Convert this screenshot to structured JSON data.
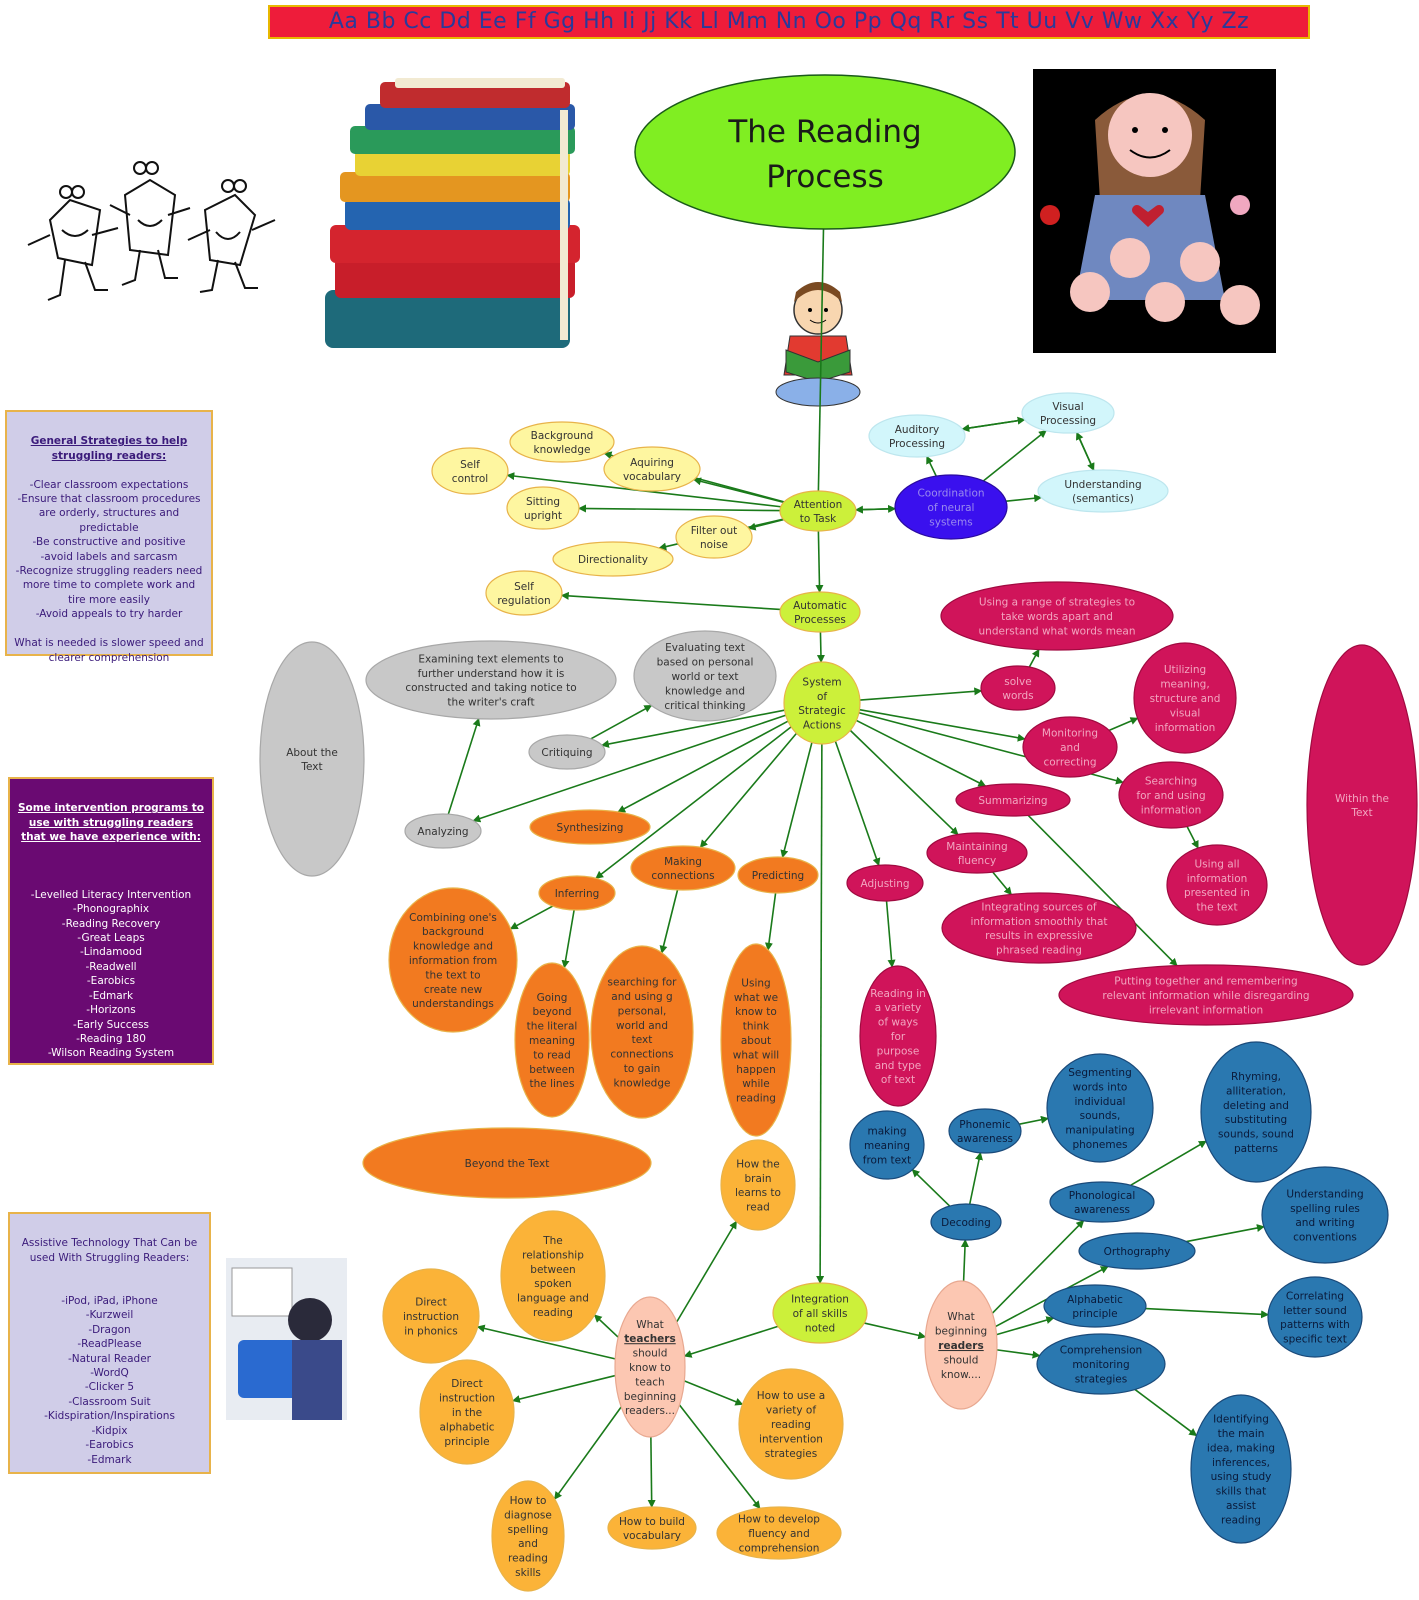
{
  "alphabet": "Aa Bb Cc Dd Ee Ff Gg Hh Ii Jj Kk Ll Mm Nn Oo Pp Qq Rr Ss Tt Uu Vv Ww Xx Yy Zz",
  "title": [
    "The Reading",
    "Process"
  ],
  "colors": {
    "green": "#80ee22",
    "yellow_green": "#ccf03a",
    "pale_yellow": "#fef6a0",
    "light_cyan": "#d2f6fb",
    "purple": "#3a10ee",
    "magenta": "#d0145a",
    "orange": "#f27a20",
    "gray": "#c8c8c8",
    "amber": "#fbb338",
    "peach": "#fcc7b2",
    "blue": "#2a78b0",
    "arrow": "#1a7a1a"
  },
  "boxes": {
    "general": {
      "title": "General Strategies to help struggling readers:",
      "body": "-Clear classroom expectations\n-Ensure that classroom procedures are orderly, structures and predictable\n-Be constructive and positive\n-avoid labels and sarcasm\n-Recognize struggling readers need more time to complete work and tire more easily\n-Avoid appeals to try harder\n\nWhat is needed is slower speed and clearer comprehension"
    },
    "intervention": {
      "title": "Some intervention programs to use with struggling readers that we have experience with:",
      "body": "-Levelled Literacy Intervention\n-Phonographix\n-Reading Recovery\n-Great Leaps\n-Lindamood\n-Readwell\n-Earobics\n-Edmark\n-Horizons\n-Early Success\n-Reading 180\n-Wilson Reading System"
    },
    "assistive": {
      "title": "Assistive Technology That Can be used With Struggling Readers:",
      "body": "-iPod, iPad, iPhone\n-Kurzweil\n-Dragon\n-ReadPlease\n-Natural Reader\n-WordQ\n-Clicker 5\n-Classroom Suit\n-Kidspiration/Inspirations\n-Kidpix\n-Earobics\n-Edmark"
    }
  },
  "nodes": [
    {
      "id": "attention",
      "lines": [
        "Attention",
        "to Task"
      ],
      "color": "yellow_green",
      "text": "#333333"
    },
    {
      "id": "background",
      "lines": [
        "Background",
        "knowledge"
      ],
      "color": "pale_yellow",
      "text": "#333333"
    },
    {
      "id": "self_control",
      "lines": [
        "Self",
        "control"
      ],
      "color": "pale_yellow",
      "text": "#333333"
    },
    {
      "id": "acquiring",
      "lines": [
        "Aquiring",
        "vocabulary"
      ],
      "color": "pale_yellow",
      "text": "#333333"
    },
    {
      "id": "sitting",
      "lines": [
        "Sitting",
        "upright"
      ],
      "color": "pale_yellow",
      "text": "#333333"
    },
    {
      "id": "filter",
      "lines": [
        "Filter out",
        "noise"
      ],
      "color": "pale_yellow",
      "text": "#333333"
    },
    {
      "id": "directionality",
      "lines": [
        "Directionality"
      ],
      "color": "pale_yellow",
      "text": "#333333"
    },
    {
      "id": "self_regulation",
      "lines": [
        "Self",
        "regulation"
      ],
      "color": "pale_yellow",
      "text": "#333333"
    },
    {
      "id": "auditory",
      "lines": [
        "Auditory",
        "Processing"
      ],
      "color": "light_cyan",
      "text": "#333333"
    },
    {
      "id": "visual",
      "lines": [
        "Visual",
        "Processing"
      ],
      "color": "light_cyan",
      "text": "#333333"
    },
    {
      "id": "coordination",
      "lines": [
        "Coordination",
        "of neural",
        "systems"
      ],
      "color": "purple",
      "text": "#9a8aee"
    },
    {
      "id": "understanding",
      "lines": [
        "Understanding",
        "(semantics)"
      ],
      "color": "light_cyan",
      "text": "#333333"
    },
    {
      "id": "automatic",
      "lines": [
        "Automatic",
        "Processes"
      ],
      "color": "yellow_green",
      "text": "#333333"
    },
    {
      "id": "system",
      "lines": [
        "System",
        "of",
        "Strategic",
        "Actions"
      ],
      "color": "yellow_green",
      "text": "#333333"
    },
    {
      "id": "using_range",
      "lines": [
        "Using a range of strategies to",
        "take words apart and",
        "understand what words mean"
      ],
      "color": "magenta",
      "text": "#f2a6c0"
    },
    {
      "id": "solve",
      "lines": [
        "solve",
        "words"
      ],
      "color": "magenta",
      "text": "#f2a6c0"
    },
    {
      "id": "utilizing",
      "lines": [
        "Utilizing",
        "meaning,",
        "structure and",
        "visual",
        "information"
      ],
      "color": "magenta",
      "text": "#f2a6c0"
    },
    {
      "id": "monitoring",
      "lines": [
        "Monitoring",
        "and",
        "correcting"
      ],
      "color": "magenta",
      "text": "#f2a6c0"
    },
    {
      "id": "within",
      "lines": [
        "Within the",
        "Text"
      ],
      "color": "magenta",
      "text": "#f2a6c0"
    },
    {
      "id": "searching",
      "lines": [
        "Searching",
        "for and using",
        "information"
      ],
      "color": "magenta",
      "text": "#f2a6c0"
    },
    {
      "id": "summarizing",
      "lines": [
        "Summarizing"
      ],
      "color": "magenta",
      "text": "#f2a6c0"
    },
    {
      "id": "using_all",
      "lines": [
        "Using all",
        "information",
        "presented in",
        "the text"
      ],
      "color": "magenta",
      "text": "#f2a6c0"
    },
    {
      "id": "maintaining",
      "lines": [
        "Maintaining",
        "fluency"
      ],
      "color": "magenta",
      "text": "#f2a6c0"
    },
    {
      "id": "integrating",
      "lines": [
        "Integrating sources of",
        "information smoothly that",
        "results in expressive",
        "phrased reading"
      ],
      "color": "magenta",
      "text": "#f2a6c0"
    },
    {
      "id": "adjusting",
      "lines": [
        "Adjusting"
      ],
      "color": "magenta",
      "text": "#f2a6c0"
    },
    {
      "id": "reading_variety",
      "lines": [
        "Reading in",
        "a variety",
        "of ways",
        "for",
        "purpose",
        "and type",
        "of text"
      ],
      "color": "magenta",
      "text": "#f2a6c0"
    },
    {
      "id": "putting",
      "lines": [
        "Putting together and remembering",
        "relevant information while disregarding",
        "irrelevant information"
      ],
      "color": "magenta",
      "text": "#f2a6c0"
    },
    {
      "id": "about",
      "lines": [
        "About the",
        "Text"
      ],
      "color": "gray",
      "text": "#333333"
    },
    {
      "id": "examining",
      "lines": [
        "Examining text elements to",
        "further understand how it is",
        "constructed and taking notice to",
        "the writer's craft"
      ],
      "color": "gray",
      "text": "#333333"
    },
    {
      "id": "evaluating",
      "lines": [
        "Evaluating text",
        "based on personal",
        "world or text",
        "knowledge and",
        "critical thinking"
      ],
      "color": "gray",
      "text": "#333333"
    },
    {
      "id": "critiquing",
      "lines": [
        "Critiquing"
      ],
      "color": "gray",
      "text": "#333333"
    },
    {
      "id": "analyzing",
      "lines": [
        "Analyzing"
      ],
      "color": "gray",
      "text": "#333333"
    },
    {
      "id": "synthesizing",
      "lines": [
        "Synthesizing"
      ],
      "color": "orange",
      "text": "#333333"
    },
    {
      "id": "making_connections",
      "lines": [
        "Making",
        "connections"
      ],
      "color": "orange",
      "text": "#333333"
    },
    {
      "id": "predicting",
      "lines": [
        "Predicting"
      ],
      "color": "orange",
      "text": "#333333"
    },
    {
      "id": "inferring",
      "lines": [
        "Inferring"
      ],
      "color": "orange",
      "text": "#333333"
    },
    {
      "id": "combining",
      "lines": [
        "Combining one's",
        "background",
        "knowledge and",
        "information from",
        "the text to",
        "create new",
        "understandings"
      ],
      "color": "orange",
      "text": "#333333"
    },
    {
      "id": "going_beyond",
      "lines": [
        "Going",
        "beyond",
        "the literal",
        "meaning",
        "to read",
        "between",
        "the lines"
      ],
      "color": "orange",
      "text": "#333333"
    },
    {
      "id": "searching_for",
      "lines": [
        "searching for",
        "and using g",
        "personal,",
        "world and",
        "text",
        "connections",
        "to gain",
        "knowledge"
      ],
      "color": "orange",
      "text": "#333333"
    },
    {
      "id": "using_what",
      "lines": [
        "Using",
        "what we",
        "know to",
        "think",
        "about",
        "what will",
        "happen",
        "while",
        "reading"
      ],
      "color": "orange",
      "text": "#333333"
    },
    {
      "id": "beyond",
      "lines": [
        "Beyond the Text"
      ],
      "color": "orange",
      "text": "#333333"
    },
    {
      "id": "integration",
      "lines": [
        "Integration",
        "of all skills",
        "noted"
      ],
      "color": "yellow_green",
      "text": "#333333"
    },
    {
      "id": "teachers",
      "lines": [
        "What",
        "teachers",
        "should",
        "know to",
        "teach",
        "beginning",
        "readers..."
      ],
      "underline": 1,
      "color": "peach",
      "text": "#333333"
    },
    {
      "id": "how_brain",
      "lines": [
        "How the",
        "brain",
        "learns to",
        "read"
      ],
      "color": "amber",
      "text": "#333333"
    },
    {
      "id": "relationship",
      "lines": [
        "The",
        "relationship",
        "between",
        "spoken",
        "language and",
        "reading"
      ],
      "color": "amber",
      "text": "#333333"
    },
    {
      "id": "direct_phonics",
      "lines": [
        "Direct",
        "instruction",
        "in phonics"
      ],
      "color": "amber",
      "text": "#333333"
    },
    {
      "id": "direct_alpha",
      "lines": [
        "Direct",
        "instruction",
        "in the",
        "alphabetic",
        "principle"
      ],
      "color": "amber",
      "text": "#333333"
    },
    {
      "id": "how_use",
      "lines": [
        "How to use a",
        "variety of",
        "reading",
        "intervention",
        "strategies"
      ],
      "color": "amber",
      "text": "#333333"
    },
    {
      "id": "how_diagnose",
      "lines": [
        "How to",
        "diagnose",
        "spelling",
        "and",
        "reading",
        "skills"
      ],
      "color": "amber",
      "text": "#333333"
    },
    {
      "id": "how_build",
      "lines": [
        "How to build",
        "vocabulary"
      ],
      "color": "amber",
      "text": "#333333"
    },
    {
      "id": "how_develop",
      "lines": [
        "How to develop",
        "fluency and",
        "comprehension"
      ],
      "color": "amber",
      "text": "#333333"
    },
    {
      "id": "readers",
      "lines": [
        "What",
        "beginning",
        "readers",
        "should",
        "know...."
      ],
      "underline": 2,
      "color": "peach",
      "text": "#333333"
    },
    {
      "id": "decoding",
      "lines": [
        "Decoding"
      ],
      "color": "blue",
      "text": "#0a1a3a"
    },
    {
      "id": "making_meaning",
      "lines": [
        "making",
        "meaning",
        "from text"
      ],
      "color": "blue",
      "text": "#0a1a3a"
    },
    {
      "id": "phonemic",
      "lines": [
        "Phonemic",
        "awareness"
      ],
      "color": "blue",
      "text": "#0a1a3a"
    },
    {
      "id": "segmenting",
      "lines": [
        "Segmenting",
        "words into",
        "individual",
        "sounds,",
        "manipulating",
        "phonemes"
      ],
      "color": "blue",
      "text": "#0a1a3a"
    },
    {
      "id": "phonological",
      "lines": [
        "Phonological",
        "awareness"
      ],
      "color": "blue",
      "text": "#0a1a3a"
    },
    {
      "id": "rhyming",
      "lines": [
        "Rhyming,",
        "alliteration,",
        "deleting and",
        "substituting",
        "sounds, sound",
        "patterns"
      ],
      "color": "blue",
      "text": "#0a1a3a"
    },
    {
      "id": "orthography",
      "lines": [
        "Orthography"
      ],
      "color": "blue",
      "text": "#0a1a3a"
    },
    {
      "id": "understanding_spelling",
      "lines": [
        "Understanding",
        "spelling rules",
        "and writing",
        "conventions"
      ],
      "color": "blue",
      "text": "#0a1a3a"
    },
    {
      "id": "alphabetic",
      "lines": [
        "Alphabetic",
        "principle"
      ],
      "color": "blue",
      "text": "#0a1a3a"
    },
    {
      "id": "correlating",
      "lines": [
        "Correlating",
        "letter sound",
        "patterns with",
        "specific text"
      ],
      "color": "blue",
      "text": "#0a1a3a"
    },
    {
      "id": "comprehension",
      "lines": [
        "Comprehension",
        "monitoring",
        "strategies"
      ],
      "color": "blue",
      "text": "#0a1a3a"
    },
    {
      "id": "identifying",
      "lines": [
        "Identifying",
        "the main",
        "idea, making",
        "inferences,",
        "using study",
        "skills that",
        "assist",
        "reading"
      ],
      "color": "blue",
      "text": "#0a1a3a"
    }
  ],
  "edges": [
    [
      "title",
      "attention"
    ],
    [
      "attention",
      "automatic"
    ],
    [
      "automatic",
      "system"
    ],
    [
      "system",
      "integration"
    ],
    [
      "attention",
      "background"
    ],
    [
      "attention",
      "self_control"
    ],
    [
      "attention",
      "acquiring"
    ],
    [
      "attention",
      "sitting"
    ],
    [
      "attention",
      "filter"
    ],
    [
      "attention",
      "directionality"
    ],
    [
      "automatic",
      "self_regulation"
    ],
    [
      "coordination",
      "attention"
    ],
    [
      "attention",
      "coordination"
    ],
    [
      "coordination",
      "auditory"
    ],
    [
      "coordination",
      "visual"
    ],
    [
      "coordination",
      "understanding"
    ],
    [
      "visual",
      "auditory"
    ],
    [
      "auditory",
      "visual"
    ],
    [
      "visual",
      "understanding"
    ],
    [
      "understanding",
      "visual"
    ],
    [
      "system",
      "solve"
    ],
    [
      "solve",
      "using_range"
    ],
    [
      "system",
      "monitoring"
    ],
    [
      "monitoring",
      "utilizing"
    ],
    [
      "system",
      "summarizing"
    ],
    [
      "system",
      "searching"
    ],
    [
      "searching",
      "using_all"
    ],
    [
      "summarizing",
      "putting"
    ],
    [
      "system",
      "maintaining"
    ],
    [
      "maintaining",
      "integrating"
    ],
    [
      "system",
      "adjusting"
    ],
    [
      "adjusting",
      "reading_variety"
    ],
    [
      "system",
      "critiquing"
    ],
    [
      "critiquing",
      "evaluating"
    ],
    [
      "system",
      "analyzing"
    ],
    [
      "analyzing",
      "examining"
    ],
    [
      "system",
      "synthesizing"
    ],
    [
      "system",
      "inferring"
    ],
    [
      "inferring",
      "combining"
    ],
    [
      "inferring",
      "going_beyond"
    ],
    [
      "system",
      "making_connections"
    ],
    [
      "making_connections",
      "searching_for"
    ],
    [
      "system",
      "predicting"
    ],
    [
      "predicting",
      "using_what"
    ],
    [
      "integration",
      "teachers"
    ],
    [
      "integration",
      "readers"
    ],
    [
      "teachers",
      "how_brain"
    ],
    [
      "teachers",
      "relationship"
    ],
    [
      "teachers",
      "direct_phonics"
    ],
    [
      "teachers",
      "direct_alpha"
    ],
    [
      "teachers",
      "how_use"
    ],
    [
      "teachers",
      "how_diagnose"
    ],
    [
      "teachers",
      "how_build"
    ],
    [
      "teachers",
      "how_develop"
    ],
    [
      "readers",
      "decoding"
    ],
    [
      "decoding",
      "making_meaning"
    ],
    [
      "decoding",
      "phonemic"
    ],
    [
      "phonemic",
      "segmenting"
    ],
    [
      "readers",
      "phonological"
    ],
    [
      "phonological",
      "rhyming"
    ],
    [
      "readers",
      "orthography"
    ],
    [
      "orthography",
      "understanding_spelling"
    ],
    [
      "readers",
      "alphabetic"
    ],
    [
      "alphabetic",
      "correlating"
    ],
    [
      "readers",
      "comprehension"
    ],
    [
      "comprehension",
      "identifying"
    ]
  ]
}
